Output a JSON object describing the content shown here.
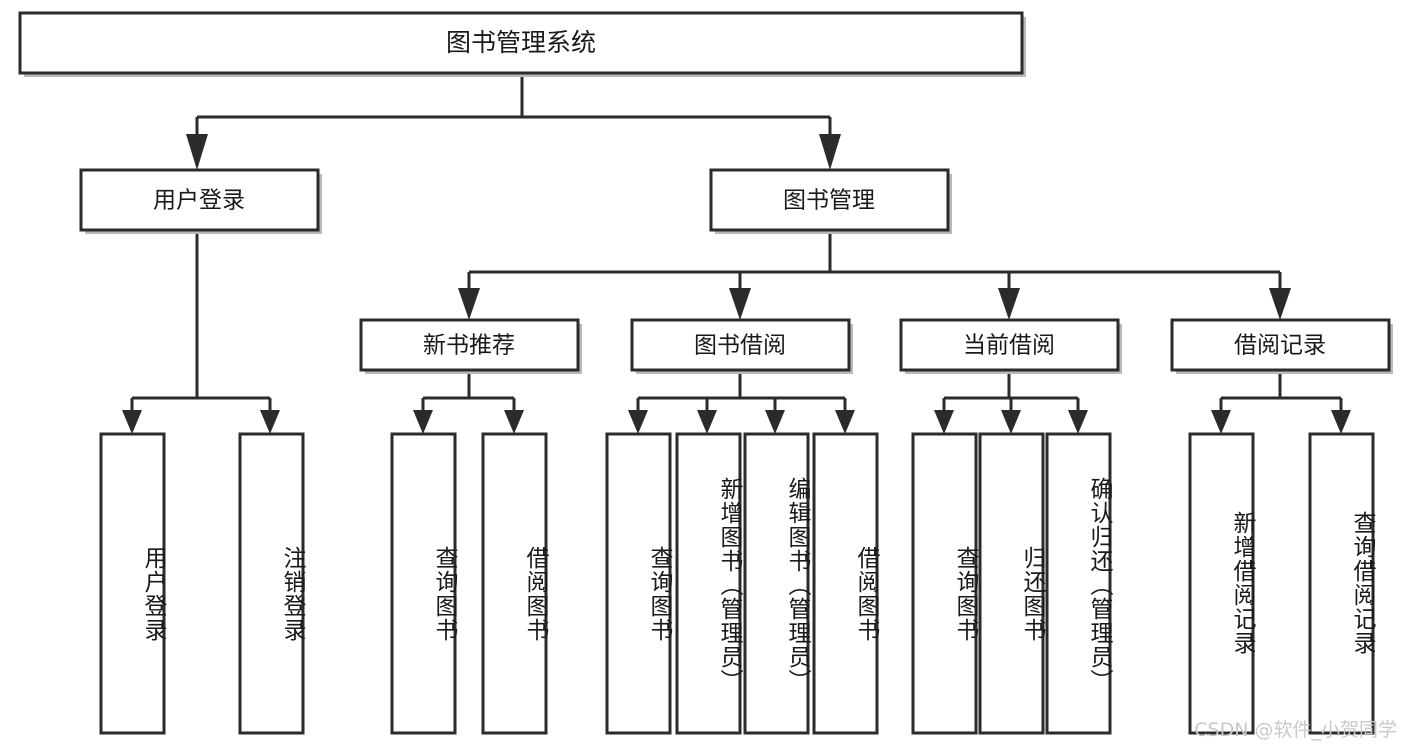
{
  "diagram": {
    "title": "图书管理系统",
    "watermark": "CSDN @软件_小贺同学",
    "colors": {
      "box_stroke": "#2b2b2b",
      "box_fill": "#ffffff",
      "text": "#1a1a1a",
      "watermark": "#c9c9c9"
    },
    "levels": {
      "root": {
        "label": "图书管理系统"
      },
      "level2": [
        {
          "label": "用户登录"
        },
        {
          "label": "图书管理"
        }
      ],
      "level3": [
        {
          "label": "新书推荐"
        },
        {
          "label": "图书借阅"
        },
        {
          "label": "当前借阅"
        },
        {
          "label": "借阅记录"
        }
      ],
      "leaves": [
        {
          "label": "用户登录",
          "parent": "用户登录"
        },
        {
          "label": "注销登录",
          "parent": "用户登录"
        },
        {
          "label": "查询图书",
          "parent": "新书推荐"
        },
        {
          "label": "借阅图书",
          "parent": "新书推荐"
        },
        {
          "label": "查询图书",
          "parent": "图书借阅"
        },
        {
          "label": "新增图书（管理员）",
          "parent": "图书借阅"
        },
        {
          "label": "编辑图书（管理员）",
          "parent": "图书借阅"
        },
        {
          "label": "借阅图书",
          "parent": "图书借阅"
        },
        {
          "label": "查询图书",
          "parent": "当前借阅"
        },
        {
          "label": "归还图书",
          "parent": "当前借阅"
        },
        {
          "label": "确认归还（管理员）",
          "parent": "当前借阅"
        },
        {
          "label": "新增借阅记录",
          "parent": "借阅记录"
        },
        {
          "label": "查询借阅记录",
          "parent": "借阅记录"
        }
      ]
    }
  }
}
